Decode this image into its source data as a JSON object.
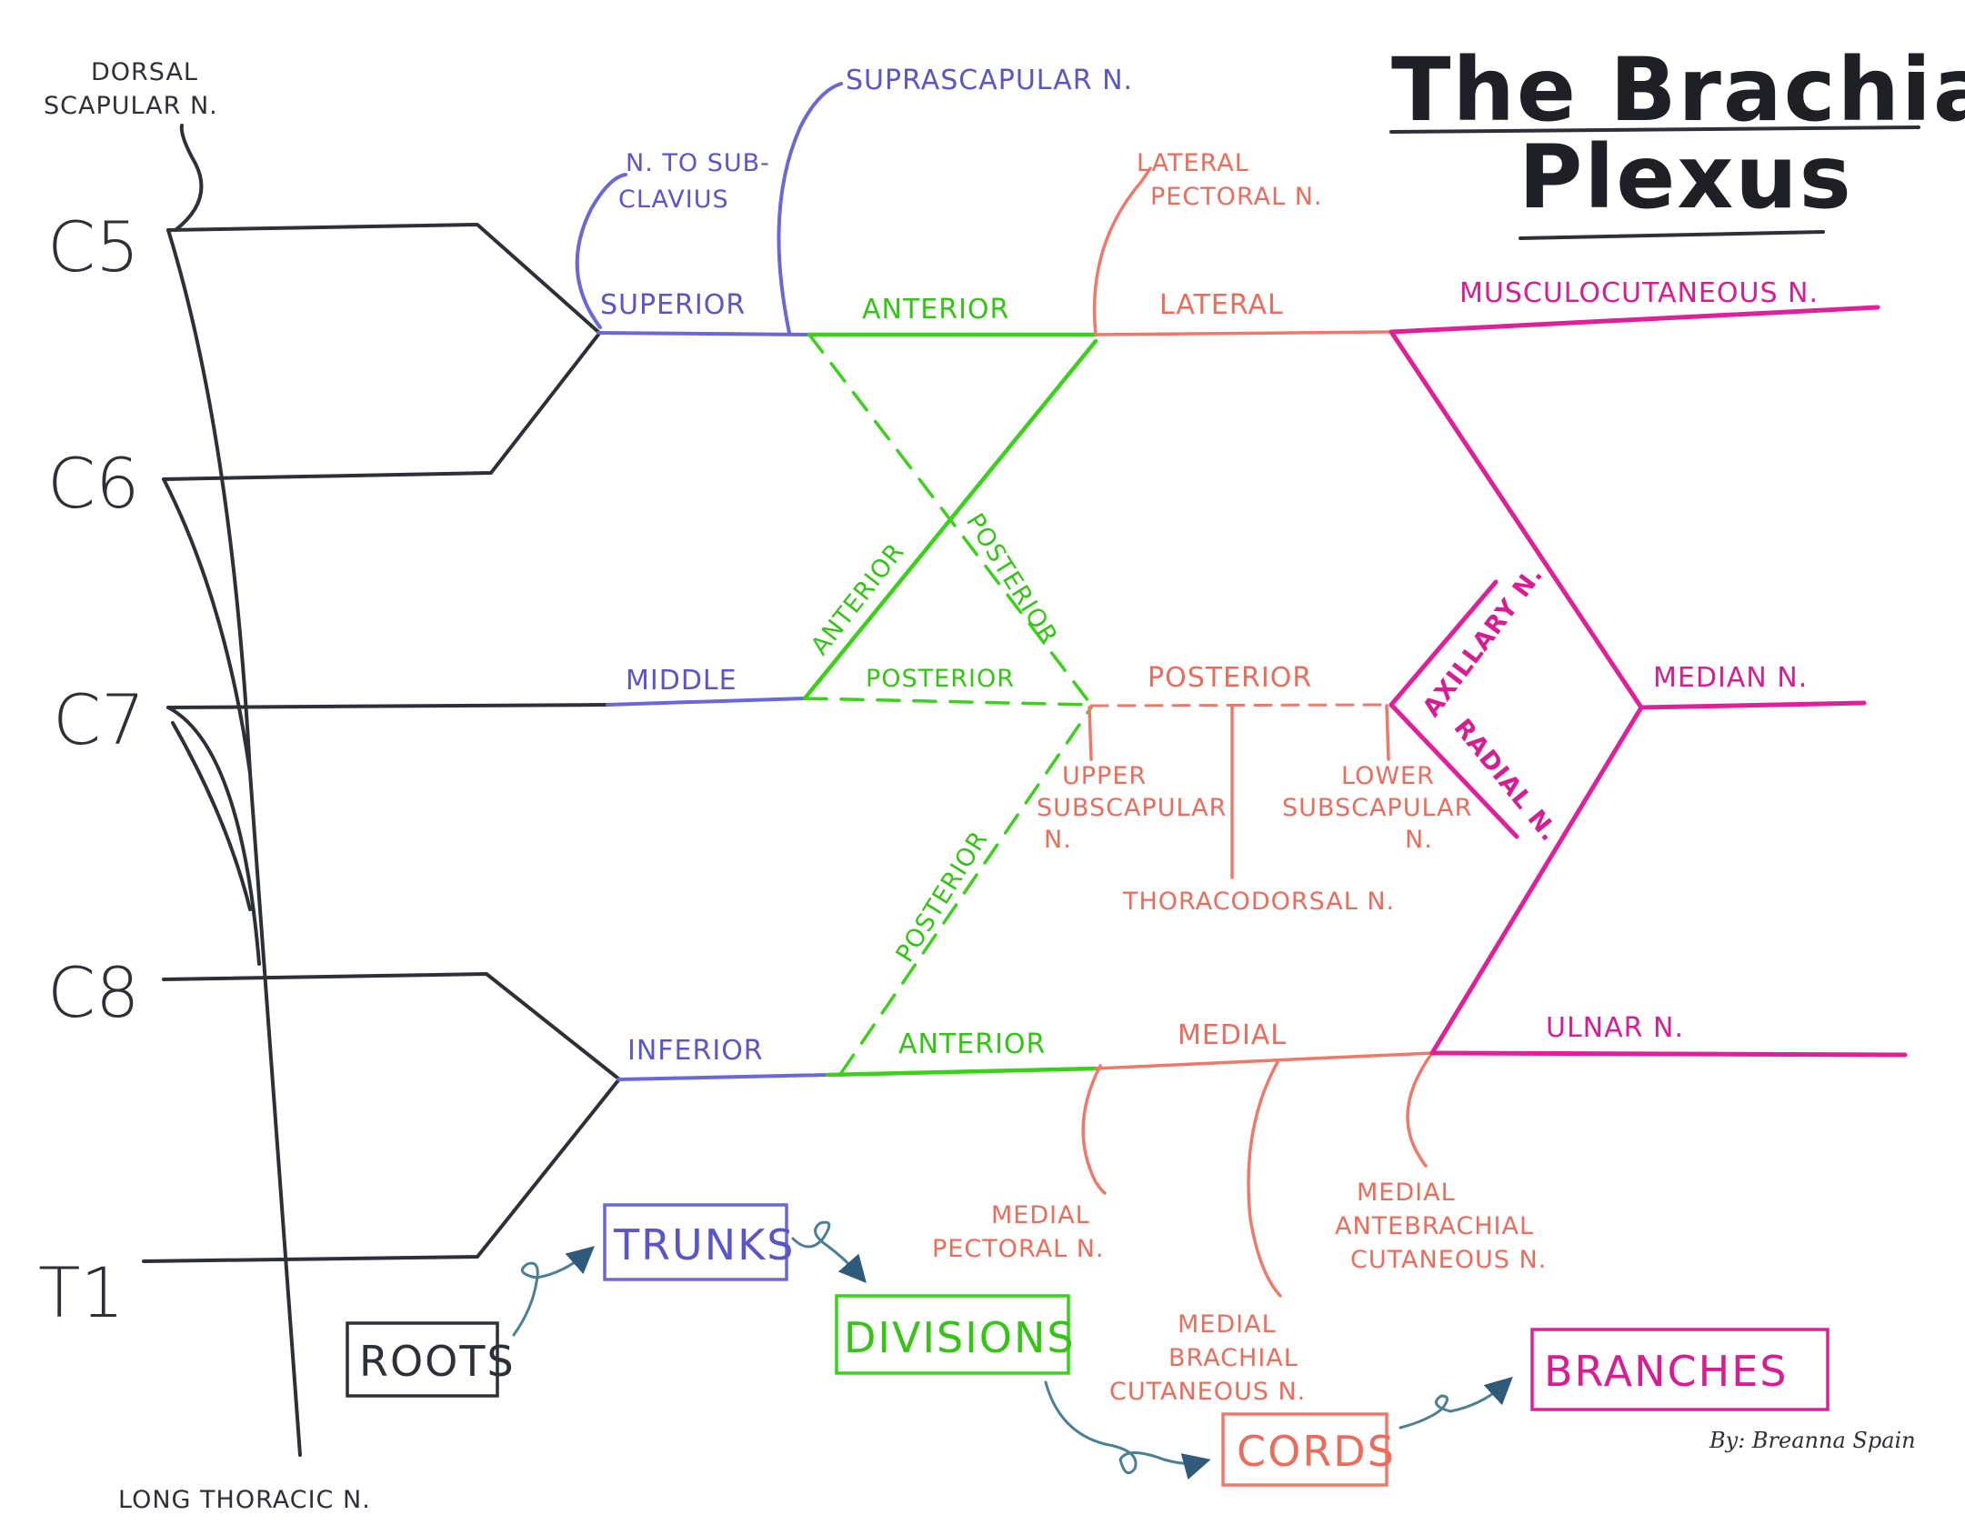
{
  "title": {
    "line1": "The Brachial",
    "line2": "Plexus"
  },
  "author": "By: Breanna Spain",
  "roots": [
    "C5",
    "C6",
    "C7",
    "C8",
    "T1"
  ],
  "trunks": {
    "superior": "SUPERIOR",
    "middle": "MIDDLE",
    "inferior": "INFERIOR"
  },
  "divisions": {
    "anterior": "ANTERIOR",
    "posterior": "POSTERIOR"
  },
  "cords": {
    "lateral": "LATERAL",
    "posterior": "POSTERIOR",
    "medial": "MEDIAL"
  },
  "terminal_branches": {
    "musculocutaneous": "MUSCULOCUTANEOUS N.",
    "median": "MEDIAN N.",
    "ulnar": "ULNAR N.",
    "axillary": "AXILLARY N.",
    "radial": "RADIAL N."
  },
  "nerves": {
    "dorsal_scapular": [
      "DORSAL",
      "SCAPULAR N."
    ],
    "long_thoracic": "LONG THORACIC N.",
    "suprascapular": "SUPRASCAPULAR N.",
    "subclavius": [
      "N. TO SUB-",
      "CLAVIUS"
    ],
    "lateral_pectoral": [
      "LATERAL",
      "PECTORAL N."
    ],
    "upper_subscapular": [
      "UPPER",
      "SUBSCAPULAR",
      "N."
    ],
    "thoracodorsal": "THORACODORSAL N.",
    "lower_subscapular": [
      "LOWER",
      "SUBSCAPULAR",
      "N."
    ],
    "medial_pectoral": [
      "MEDIAL",
      "PECTORAL N."
    ],
    "medial_brachial_cutaneous": [
      "MEDIAL",
      "BRACHIAL",
      "CUTANEOUS N."
    ],
    "medial_antebrachial_cutaneous": [
      "MEDIAL",
      "ANTEBRACHIAL",
      "CUTANEOUS N."
    ]
  },
  "legend": {
    "roots": "ROOTS",
    "trunks": "TRUNKS",
    "divisions": "DIVISIONS",
    "cords": "CORDS",
    "branches": "BRANCHES"
  },
  "colors": {
    "roots": "#2e3038",
    "trunks": "#6a67d8",
    "divisions": "#3ad11a",
    "cords": "#f07868",
    "branches": "#e0209a",
    "arrows": "#4a7f95"
  }
}
